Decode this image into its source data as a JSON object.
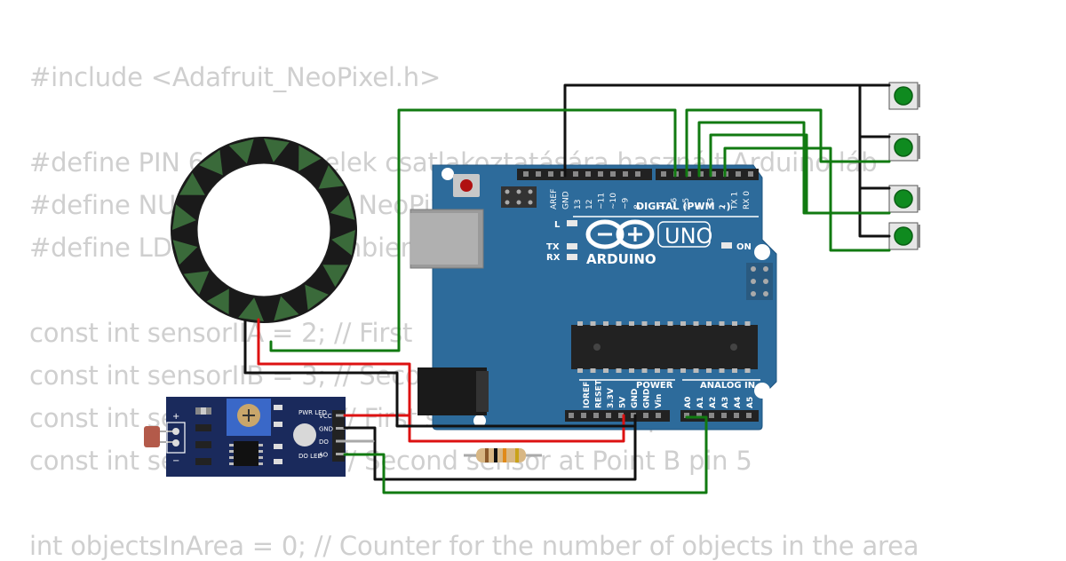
{
  "code": {
    "lines": [
      "#include <Adafruit_NeoPixel.h>",
      "",
      "#define PIN 6 // NeoPixelek csatlakoztatására használt Arduino láb",
      "#define NUMPIXELS 16 // NeoPixelek száma",
      "#define LDR_PIN A0 // Ambient light sensor pin",
      "",
      "const int sensorIIA = 2; // First",
      "const int sensorIIB = 3; // Second",
      "const int sensorOA = 4; // First sensor at Point A pin",
      "const int sensorOB = 5; // Second sensor at Point B pin 5",
      "",
      "int objectsInArea = 0; // Counter for the number of objects in the area"
    ]
  },
  "arduino": {
    "logo_brand": "ARDUINO",
    "model": "UNO",
    "digital_header": "DIGITAL (PWM ~)",
    "power_label": "POWER",
    "analog_label": "ANALOG IN",
    "on_label": "ON",
    "led_l": "L",
    "led_tx": "TX",
    "led_rx": "RX",
    "top_pins": [
      "AREF",
      "GND",
      "13",
      "12",
      "~11",
      "~10",
      "~9",
      "8",
      "7",
      "~6",
      "~5",
      "4",
      "~3",
      "2",
      "TX 1",
      "RX 0"
    ],
    "power_pins": [
      "IOREF",
      "RESET",
      "3.3V",
      "5V",
      "GND",
      "GND",
      "Vin"
    ],
    "analog_pins": [
      "A0",
      "A1",
      "A2",
      "A3",
      "A4",
      "A5"
    ]
  },
  "ldr_module": {
    "pins": [
      "VCC",
      "GND",
      "DO",
      "AO"
    ],
    "pwr_led": "PWR LED",
    "do_led": "DO LED",
    "plus": "+",
    "minus": "−"
  },
  "colors": {
    "board": "#2d6b9b",
    "wire_green": "#117a11",
    "wire_black": "#111111",
    "wire_red": "#dd1111",
    "module": "#1a2a5c",
    "ring": "#1a1a1a",
    "button_green": "#0f8a1f"
  }
}
